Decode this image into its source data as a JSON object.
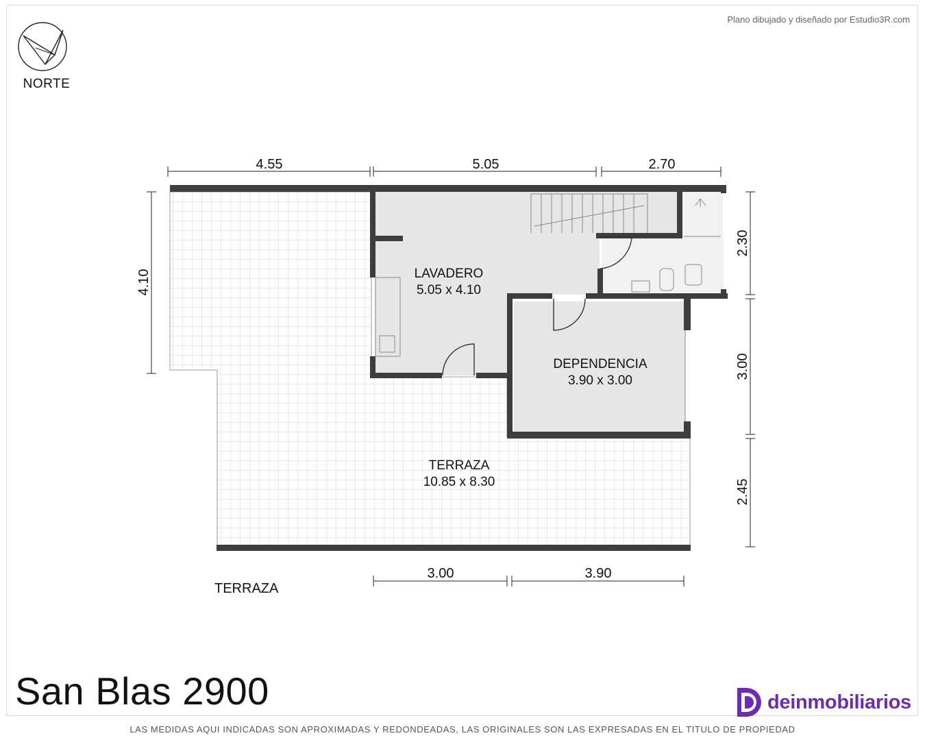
{
  "credit": "Plano dibujado y diseñado por Estudio3R.com",
  "north_label": "NORTE",
  "north_icon": "compass-arrow-icon",
  "title": "San Blas 2900",
  "brand": {
    "name": "deinmobiliarios",
    "color": "#6c2bb3",
    "icon": "d-logo-icon"
  },
  "disclaimer": "LAS MEDIDAS AQUI INDICADAS SON APROXIMADAS Y REDONDEADAS, LAS ORIGINALES SON LAS EXPRESADAS EN EL TITULO DE PROPIEDAD",
  "level_label": "TERRAZA",
  "rooms": [
    {
      "name": "LAVADERO",
      "size": "5.05 x 4.10"
    },
    {
      "name": "DEPENDENCIA",
      "size": "3.90 x 3.00"
    },
    {
      "name": "TERRAZA",
      "size": "10.85 x 8.30"
    }
  ],
  "dims": {
    "top": [
      "4.55",
      "5.05",
      "2.70"
    ],
    "left": "4.10",
    "right": [
      "2.30",
      "3.00",
      "2.45"
    ],
    "bottom": [
      "3.00",
      "3.90"
    ]
  },
  "colors": {
    "wall": "#3d3d3d",
    "floor_gray": "#e6e6e6",
    "tile_grid": "#d2d2d2"
  }
}
